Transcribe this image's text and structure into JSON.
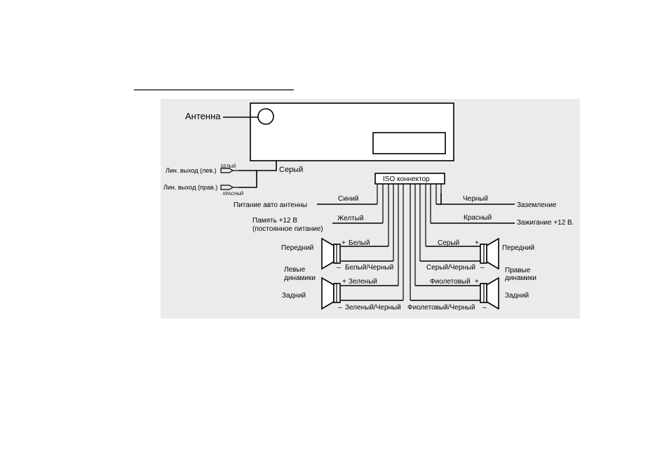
{
  "labels": {
    "antenna": "Антенна",
    "line_out_left": "Лин. выход (лев.)",
    "line_out_right": "Лин. выход (прав.)",
    "white_small": "БЕЛЫЙ",
    "red_small": "КРАСНЫЙ",
    "gray_unit": "Серый",
    "iso_connector": "ISO коннектор",
    "blue": "Синий",
    "antenna_power": "Питание авто антенны",
    "yellow": "Желтый",
    "memory_line1": "Память +12 В",
    "memory_line2": "(постоянное питание)",
    "black": "Черный",
    "ground": "Заземление",
    "red": "Красный",
    "ignition": "Зажигание +12 В.",
    "front_left": "Передний",
    "white": "Белый",
    "white_black": "Белый/Черный",
    "left_speakers_1": "Левые",
    "left_speakers_2": "динамики",
    "green": "Зеленый",
    "rear_left": "Задний",
    "green_black": "Зеленый/Черный",
    "gray": "Серый",
    "front_right": "Передний",
    "gray_black": "Серый/Черный",
    "right_speakers_1": "Правые",
    "right_speakers_2": "динамики",
    "violet": "Фиолетовый",
    "rear_right": "Задний",
    "violet_black": "Фиолетовый/Черный",
    "plus": "+",
    "minus": "–"
  }
}
